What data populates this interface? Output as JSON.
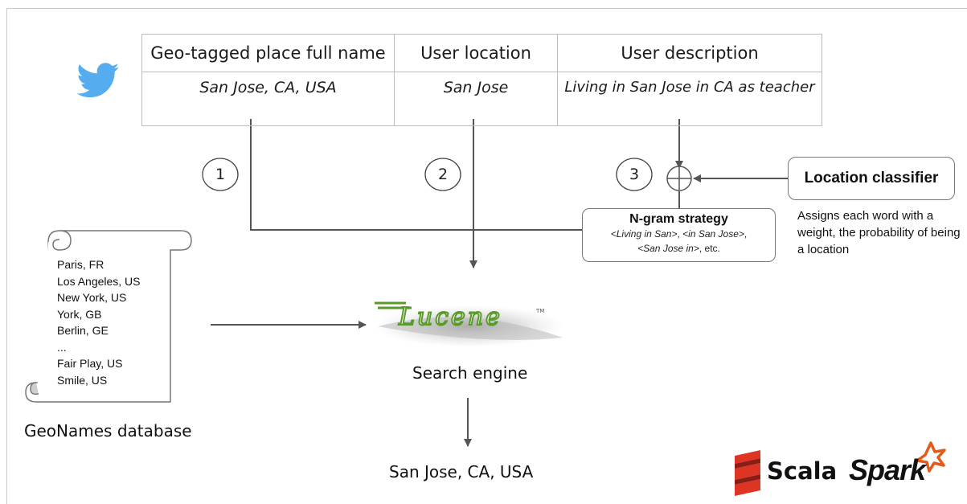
{
  "table": {
    "headers": [
      "Geo-tagged place full name",
      "User location",
      "User description"
    ],
    "values": [
      "San Jose, CA, USA",
      "San Jose",
      "Living in San Jose in CA as teacher"
    ]
  },
  "steps": [
    "1",
    "2",
    "3"
  ],
  "location_classifier": {
    "title": "Location classifier",
    "description": "Assigns each word with a weight, the probability of being a location"
  },
  "ngram": {
    "title": "N-gram strategy",
    "example_1": "<Living in San>",
    "example_2": "<in San Jose>",
    "example_3": "<San Jose in>",
    "suffix": ", etc."
  },
  "geonames": {
    "cities": [
      "Paris, FR",
      "Los Angeles, US",
      "New York, US",
      "York, GB",
      "Berlin, GE",
      "...",
      "Fair Play, US",
      "Smile, US"
    ],
    "label": "GeoNames database"
  },
  "search_engine": {
    "logo_text": "Lucene",
    "logo_tm": "TM",
    "label": "Search engine"
  },
  "result": "San Jose, CA, USA",
  "tech_logos": {
    "scala": "Scala",
    "spark": "Spark"
  },
  "colors": {
    "twitter_blue": "#55acee",
    "scala_red": "#de3423",
    "spark_orange": "#e25a1c",
    "lucene_green": "#5a9a2a",
    "line_gray": "#555555"
  }
}
